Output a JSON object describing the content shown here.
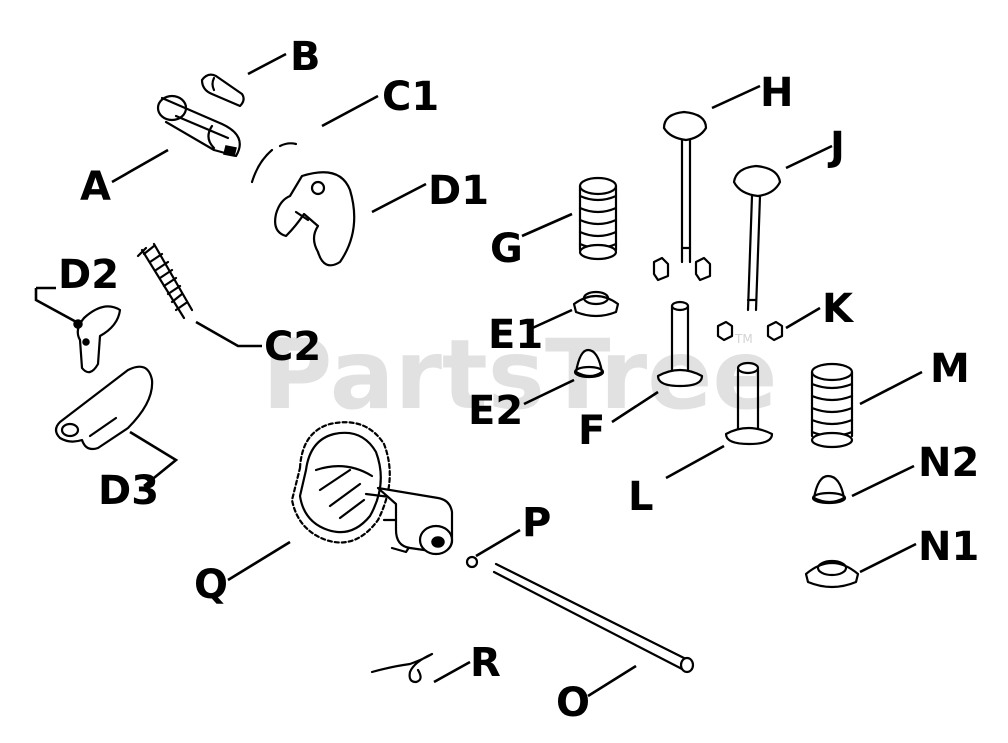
{
  "watermark": {
    "text": "PartsTree",
    "mark": "TM"
  },
  "callouts": {
    "A": "A",
    "B": "B",
    "C1": "C1",
    "C2": "C2",
    "D1": "D1",
    "D2": "D2",
    "D3": "D3",
    "E1": "E1",
    "E2": "E2",
    "F": "F",
    "G": "G",
    "H": "H",
    "J": "J",
    "K": "K",
    "L": "L",
    "M": "M",
    "N1": "N1",
    "N2": "N2",
    "O": "O",
    "P": "P",
    "Q": "Q",
    "R": "R"
  }
}
